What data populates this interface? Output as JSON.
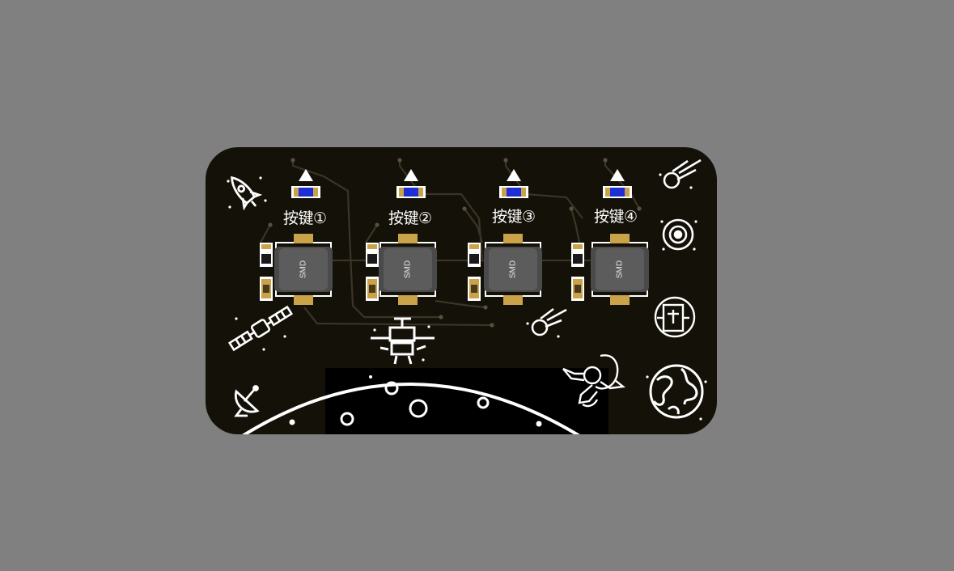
{
  "board": {
    "background_color": "#808080",
    "pcb_color": "#141108",
    "silkscreen_color": "#ffffff",
    "pad_color": "#c9a24a",
    "led_color": "#1e2fd6",
    "trace_color": "#3a3326"
  },
  "buttons": [
    {
      "label": "按键①",
      "part_text": "SMD"
    },
    {
      "label": "按键②",
      "part_text": "SMD"
    },
    {
      "label": "按键③",
      "part_text": "SMD"
    },
    {
      "label": "按键④",
      "part_text": "SMD"
    }
  ],
  "icons": [
    "rocket-icon",
    "satellite-icon",
    "radar-dish-icon",
    "meteor-icon",
    "planet-ring-icon",
    "robot-badge-icon",
    "earth-globe-icon",
    "astronaut-icon",
    "lunar-rover-icon",
    "moon-surface-graphic"
  ]
}
